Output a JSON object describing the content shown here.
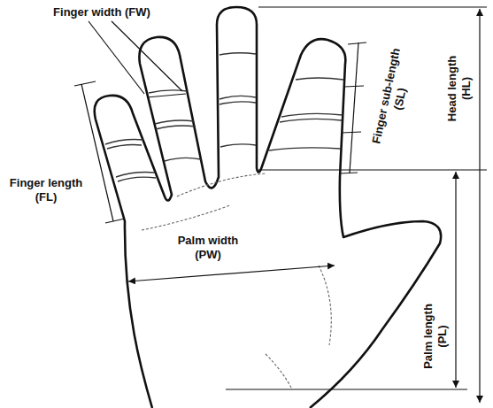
{
  "diagram": {
    "labels": [
      "Finger width (FW)",
      "Finger sub-length (SL)",
      "Finger length (FL)",
      "Palm width (PW)",
      "Head length (HL)",
      "Palm length (PL)"
    ]
  }
}
